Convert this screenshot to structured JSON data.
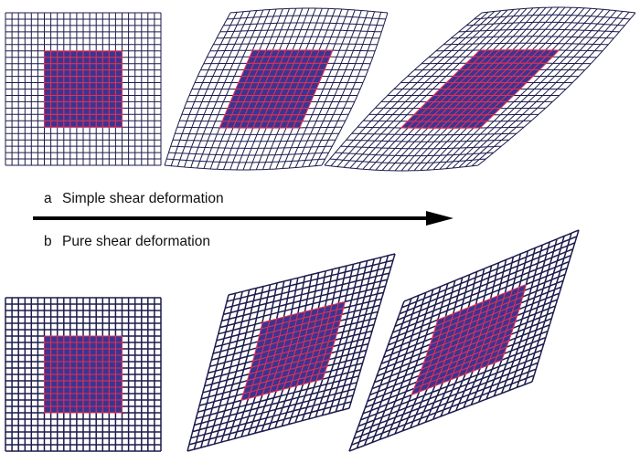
{
  "captions": {
    "a": {
      "letter": "a",
      "text": "Simple shear deformation"
    },
    "b": {
      "letter": "b",
      "text": "Pure shear deformation"
    }
  },
  "colors": {
    "grid_line": "#1b1b4d",
    "inner_fill": "#3a3590",
    "inner_line": "#e0305a",
    "arrow": "#000000"
  },
  "panels": {
    "simple_shear": [
      "undeformed",
      "moderate shear",
      "large shear"
    ],
    "pure_shear": [
      "undeformed",
      "moderate pure shear",
      "large pure shear"
    ]
  }
}
